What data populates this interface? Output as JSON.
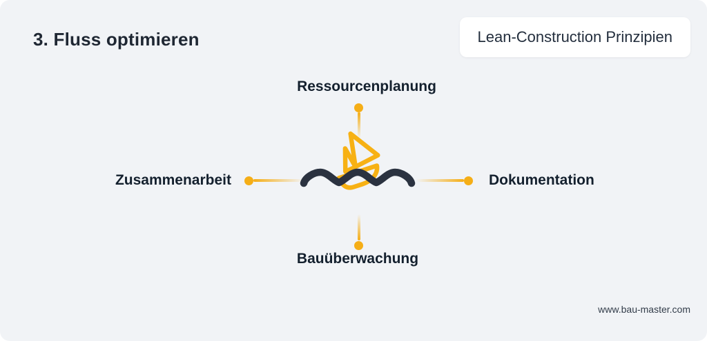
{
  "header": {
    "title": "3. Fluss optimieren",
    "badge_label": "Lean-Construction Prinzipien"
  },
  "diagram": {
    "icon": "sailboat-on-waves",
    "labels": {
      "top": "Ressourcenplanung",
      "left": "Zusammenarbeit",
      "right": "Dokumentation",
      "bottom": "Bauüberwachung"
    }
  },
  "footer": {
    "website": "www.bau-master.com"
  },
  "colors": {
    "accent_yellow": "#F5AE17",
    "boat_yellow": "#F7B114",
    "wave_dark": "#2B3240",
    "card_background": "#F1F3F6",
    "text_dark": "#1F2733",
    "badge_background": "#FFFFFF"
  }
}
